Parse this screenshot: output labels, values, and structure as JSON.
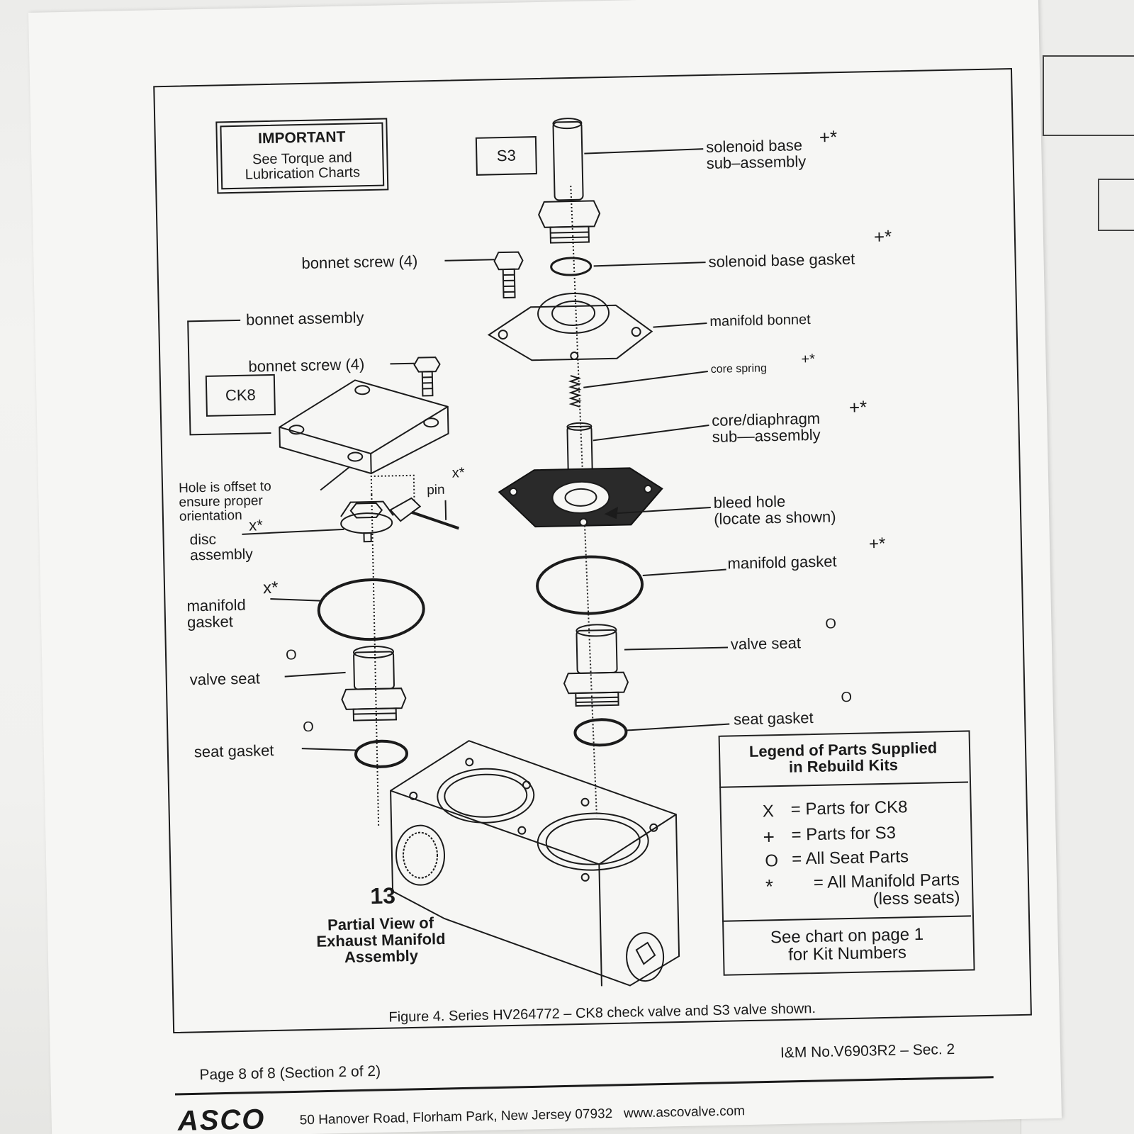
{
  "important_box": {
    "title": "IMPORTANT",
    "text": "See Torque and\nLubrication Charts"
  },
  "kit_labels": {
    "s3": "S3",
    "ck8": "CK8"
  },
  "callouts": {
    "solenoid_base": "solenoid base\nsub–assembly",
    "solenoid_base_marks": "+*",
    "solenoid_gasket": "solenoid base gasket",
    "solenoid_gasket_marks": "+*",
    "bonnet_screw_right": "bonnet screw (4)",
    "manifold_bonnet": "manifold bonnet",
    "bonnet_assembly": "bonnet assembly",
    "bonnet_screw_left": "bonnet screw (4)",
    "core_spring": "core spring",
    "core_spring_marks": "+*",
    "core_diaphragm": "core/diaphragm\nsub––assembly",
    "core_diaphragm_marks": "+*",
    "hole_offset": "Hole is offset to\nensure proper\norientation",
    "pin": "pin",
    "pin_marks": "x*",
    "bleed_hole": "bleed hole\n(locate as shown)",
    "disc_assembly": "disc\nassembly",
    "disc_marks": "x*",
    "manifold_gasket_left": "manifold\ngasket",
    "manifold_gasket_left_marks": "x*",
    "manifold_gasket_right": "manifold gasket",
    "manifold_gasket_right_marks": "+*",
    "valve_seat_left": "valve seat",
    "valve_seat_left_mark": "O",
    "valve_seat_right": "valve seat",
    "valve_seat_right_mark": "O",
    "seat_gasket_left": "seat gasket",
    "seat_gasket_left_mark": "O",
    "seat_gasket_right": "seat gasket",
    "seat_gasket_right_mark": "O"
  },
  "partial_view": {
    "number": "13",
    "text": "Partial View of\nExhaust Manifold\nAssembly"
  },
  "legend": {
    "title": "Legend of Parts Supplied\nin Rebuild Kits",
    "items": [
      {
        "symbol": "X",
        "text": "= Parts for CK8"
      },
      {
        "symbol": "+",
        "text": "= Parts for S3"
      },
      {
        "symbol": "O",
        "text": "= All Seat Parts"
      },
      {
        "symbol": "*",
        "text": "= All Manifold Parts\n(less seats)"
      }
    ],
    "footer": "See chart on page 1\nfor Kit Numbers"
  },
  "caption": "Figure 4. Series HV264772 – CK8 check valve and S3 valve shown.",
  "page_footer": {
    "page": "Page 8 of 8 (Section 2 of 2)",
    "doc_no": "I&M No.V6903R2 – Sec. 2",
    "brand": "ASCO",
    "address": "50 Hanover Road, Florham Park, New Jersey 07932   www.ascovalve.com"
  }
}
